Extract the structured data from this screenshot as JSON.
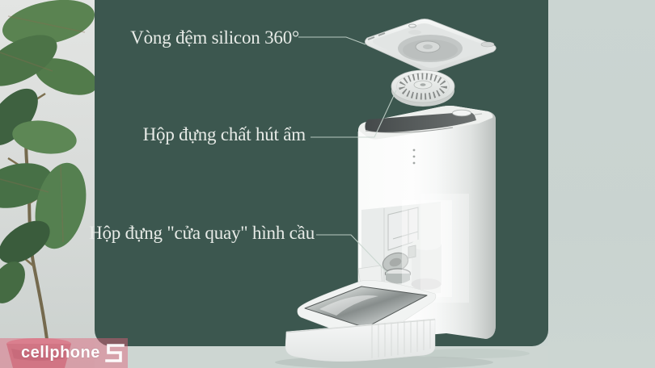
{
  "annotations": {
    "items": [
      {
        "label": "Vòng đệm silicon 360°"
      },
      {
        "label": "Hộp đựng chất hút ẩm"
      },
      {
        "label": "Hộp đựng \"cửa quay\" hình cầu"
      }
    ]
  },
  "watermark": {
    "brand": "cellphone",
    "logo_letter": "S"
  },
  "colors": {
    "panel_green": "#3C574F",
    "bg_left": "#D9DCDA",
    "bg_right": "#C9D3D0",
    "bg_bottom": "#CDD6D2",
    "label_text": "#E7EBE7",
    "callout_line": "#C6D5CD",
    "watermark_band": "rgba(226,98,122,0.45)",
    "watermark_text": "#FFFFFF"
  }
}
